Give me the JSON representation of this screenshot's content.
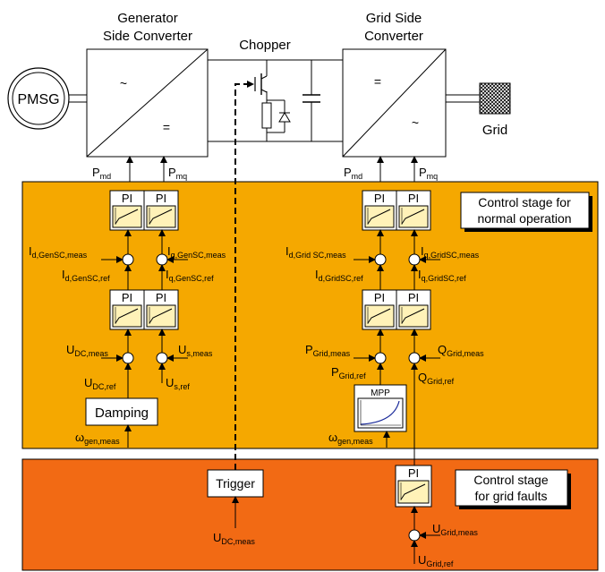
{
  "colors": {
    "normal_stage": "#F5A800",
    "fault_stage": "#F26A14",
    "pi_inner": "#FFF2B8",
    "stroke": "#000000"
  },
  "power": {
    "pmsg": "PMSG",
    "gsc_title_1": "Generator",
    "gsc_title_2": "Side Converter",
    "chopper_title": "Chopper",
    "grsc_title_1": "Grid Side",
    "grsc_title_2": "Converter",
    "grid": "Grid",
    "sym_ac": "~",
    "sym_dc": "="
  },
  "stages": {
    "normal_1": "Control stage for",
    "normal_2": "normal operation",
    "fault_1": "Control stage",
    "fault_2": "for grid faults"
  },
  "blocks": {
    "pi": "PI",
    "damping": "Damping",
    "mpp": "MPP",
    "trigger": "Trigger"
  },
  "signals": {
    "p_md": {
      "main": "P",
      "sub": "md"
    },
    "p_mq": {
      "main": "P",
      "sub": "mq"
    },
    "id_gen_meas": {
      "main": "I",
      "sub": "d,GenSC,meas"
    },
    "iq_gen_meas": {
      "main": "I",
      "sub": "q,GenSC,meas"
    },
    "id_gen_ref": {
      "main": "I",
      "sub": "d,GenSC,ref"
    },
    "iq_gen_ref": {
      "main": "I",
      "sub": "q,GenSC,ref"
    },
    "udc_meas": {
      "main": "U",
      "sub": "DC,meas"
    },
    "udc_ref": {
      "main": "U",
      "sub": "DC,ref"
    },
    "us_meas": {
      "main": "U",
      "sub": "s,meas"
    },
    "us_ref": {
      "main": "U",
      "sub": "s,ref"
    },
    "omega_gen": {
      "main": "ω",
      "sub": "gen,meas"
    },
    "id_grid_meas": {
      "main": "I",
      "sub": "d,Grid SC,meas"
    },
    "iq_grid_meas": {
      "main": "I",
      "sub": "q,GridSC,meas"
    },
    "id_grid_ref": {
      "main": "I",
      "sub": "d,GridSC,ref"
    },
    "iq_grid_ref": {
      "main": "I",
      "sub": "q,GridSC,ref"
    },
    "pgrid_meas": {
      "main": "P",
      "sub": "Grid,meas"
    },
    "pgrid_ref": {
      "main": "P",
      "sub": "Grid,ref"
    },
    "qgrid_meas": {
      "main": "Q",
      "sub": "Grid,meas"
    },
    "qgrid_ref": {
      "main": "Q",
      "sub": "Grid,ref"
    },
    "ugrid_meas": {
      "main": "U",
      "sub": "Grid,meas"
    },
    "ugrid_ref": {
      "main": "U",
      "sub": "Grid,ref"
    },
    "udc_trigger": {
      "main": "U",
      "sub": "DC,meas"
    }
  }
}
